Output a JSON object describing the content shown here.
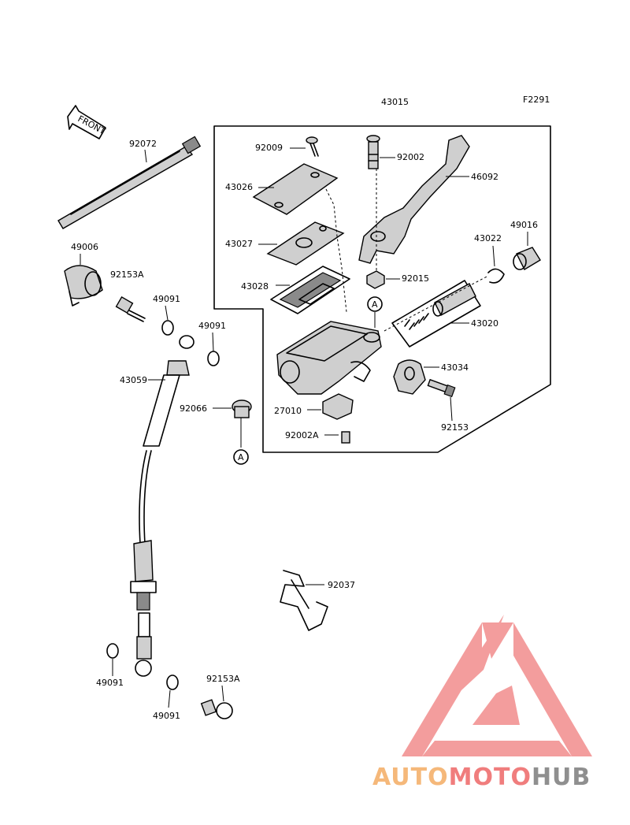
{
  "diagram": {
    "ref_code": "F2291",
    "assembly_number": "43015",
    "front_arrow": "FRONT",
    "labels": {
      "l92072": "92072",
      "l49006": "49006",
      "l92153A_top": "92153A",
      "l49091_a": "49091",
      "l49091_b": "49091",
      "l43059": "43059",
      "l92066": "92066",
      "l49091_c": "49091",
      "l49091_d": "49091",
      "l92153A_bottom": "92153A",
      "l92037": "92037",
      "l92009": "92009",
      "l43026": "43026",
      "l43027": "43027",
      "l43028": "43028",
      "l92002": "92002",
      "l46092": "46092",
      "l49016": "49016",
      "l43022": "43022",
      "l92015": "92015",
      "l43020": "43020",
      "l43034": "43034",
      "l27010": "27010",
      "l92153": "92153",
      "l92002A": "92002A"
    },
    "callout": "A"
  },
  "watermark": {
    "part1": "AUTO",
    "part2": "MOTO",
    "part3": "HUB",
    "colors": {
      "auto": "#f5b87a",
      "moto": "#f07d7d",
      "hub": "#8f8f8f",
      "logo": "#f07d7d"
    }
  }
}
